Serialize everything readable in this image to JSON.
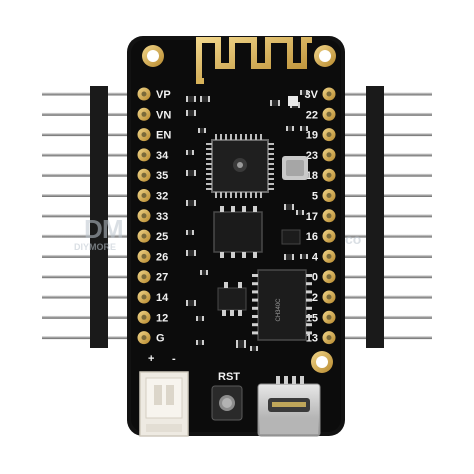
{
  "board": {
    "left_pins": [
      "VP",
      "VN",
      "EN",
      "34",
      "35",
      "32",
      "33",
      "25",
      "26",
      "27",
      "14",
      "12",
      "G"
    ],
    "right_pins": [
      "3V",
      "22",
      "19",
      "23",
      "18",
      "5",
      "17",
      "16",
      "4",
      "0",
      "2",
      "15",
      "13"
    ],
    "rst_label": "RST",
    "plus_label": "+",
    "minus_label": "-",
    "chip_marking": "CH340C",
    "watermark_text": "DIYMORE"
  },
  "colors": {
    "pcb": "#101010",
    "gold": "#d8b35a",
    "header_plastic": "#1c1c1c",
    "pin_metal": "#b9b9b9",
    "connector": "#f1ede6",
    "usb_metal": "#c4c4c4"
  }
}
